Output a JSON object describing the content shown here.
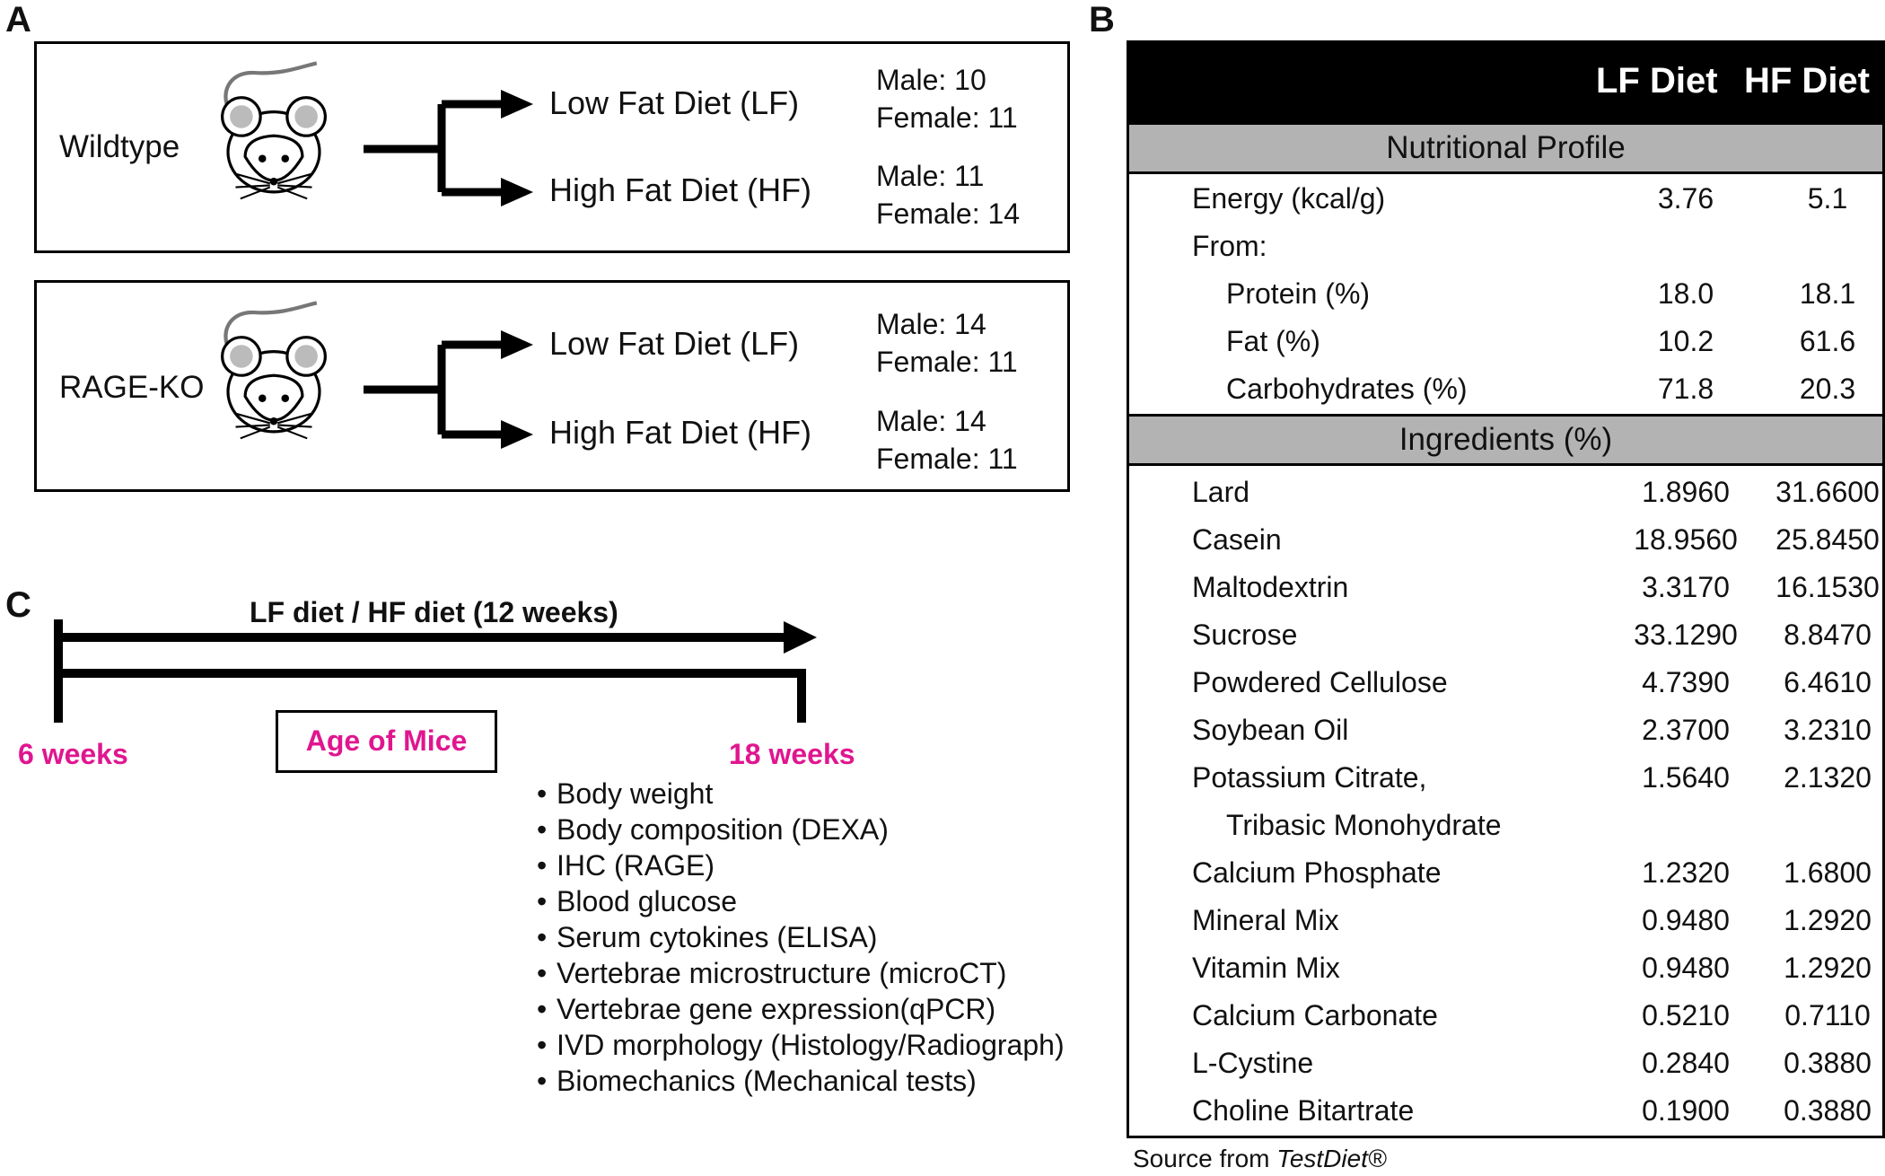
{
  "panels": {
    "a": "A",
    "b": "B",
    "c": "C"
  },
  "groups": [
    {
      "name": "Wildtype",
      "arms": [
        {
          "label": "Low Fat Diet (LF)",
          "male": "Male: 10",
          "female": "Female: 11"
        },
        {
          "label": "High Fat Diet (HF)",
          "male": "Male: 11",
          "female": "Female: 14"
        }
      ]
    },
    {
      "name": "RAGE-KO",
      "arms": [
        {
          "label": "Low Fat Diet (LF)",
          "male": "Male: 14",
          "female": "Female: 11"
        },
        {
          "label": "High Fat Diet (HF)",
          "male": "Male: 14",
          "female": "Female: 11"
        }
      ]
    }
  ],
  "table": {
    "headers": {
      "lf": "LF Diet",
      "hf": "HF Diet"
    },
    "sections": [
      {
        "title": "Nutritional Profile",
        "rows": [
          {
            "name": "Energy (kcal/g)",
            "lf": "3.76",
            "hf": "5.1"
          },
          {
            "name": "From:",
            "lf": "",
            "hf": ""
          },
          {
            "name": "Protein (%)",
            "lf": "18.0",
            "hf": "18.1"
          },
          {
            "name": "Fat (%)",
            "lf": "10.2",
            "hf": "61.6"
          },
          {
            "name": "Carbohydrates (%)",
            "lf": "71.8",
            "hf": "20.3"
          }
        ]
      },
      {
        "title": "Ingredients (%)",
        "rows": [
          {
            "name": "Lard",
            "lf": "1.8960",
            "hf": "31.6600"
          },
          {
            "name": "Casein",
            "lf": "18.9560",
            "hf": "25.8450"
          },
          {
            "name": "Maltodextrin",
            "lf": "3.3170",
            "hf": "16.1530"
          },
          {
            "name": "Sucrose",
            "lf": "33.1290",
            "hf": "8.8470"
          },
          {
            "name": "Powdered Cellulose",
            "lf": "4.7390",
            "hf": "6.4610"
          },
          {
            "name": "Soybean Oil",
            "lf": "2.3700",
            "hf": "3.2310"
          },
          {
            "name": "Potassium Citrate,",
            "lf": "1.5640",
            "hf": "2.1320"
          },
          {
            "name": "Tribasic Monohydrate",
            "lf": "",
            "hf": ""
          },
          {
            "name": "Calcium Phosphate",
            "lf": "1.2320",
            "hf": "1.6800"
          },
          {
            "name": "Mineral Mix",
            "lf": "0.9480",
            "hf": "1.2920"
          },
          {
            "name": "Vitamin Mix",
            "lf": "0.9480",
            "hf": "1.2920"
          },
          {
            "name": "Calcium Carbonate",
            "lf": "0.5210",
            "hf": "0.7110"
          },
          {
            "name": "L-Cystine",
            "lf": "0.2840",
            "hf": "0.3880"
          },
          {
            "name": "Choline Bitartrate",
            "lf": "0.1900",
            "hf": "0.3880"
          }
        ]
      }
    ],
    "source_prefix": "Source from ",
    "source_name": "TestDiet®"
  },
  "timeline": {
    "title": "LF diet / HF diet (12 weeks)",
    "start": "6 weeks",
    "end": "18 weeks",
    "axis_label": "Age of Mice",
    "accent_color": "#e0168f",
    "outcomes": [
      "Body weight",
      "Body composition (DEXA)",
      "IHC (RAGE)",
      "Blood glucose",
      "Serum cytokines (ELISA)",
      "Vertebrae microstructure (microCT)",
      "Vertebrae gene expression(qPCR)",
      "IVD morphology (Histology/Radiograph)",
      "Biomechanics (Mechanical tests)"
    ]
  }
}
